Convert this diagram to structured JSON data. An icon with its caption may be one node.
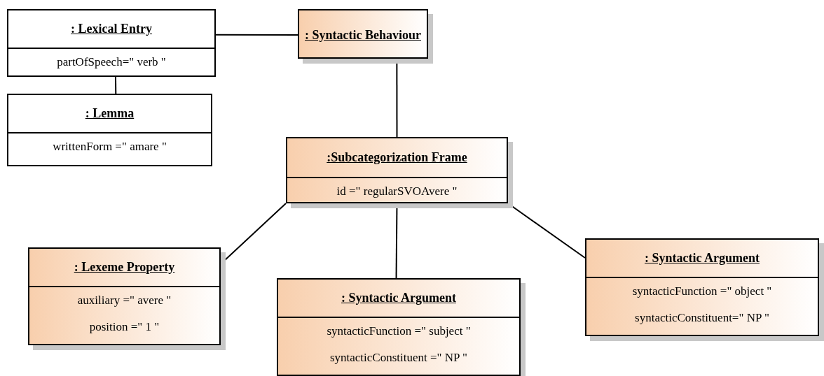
{
  "diagram": {
    "nodes": [
      {
        "text": [
          ": Lexical Entry",
          "partOfSpeech=\" verb \""
        ]
      },
      {
        "text": [
          ": Syntactic Behaviour"
        ]
      },
      {
        "text": [
          ": Lemma",
          "writtenForm =\" amare \""
        ]
      },
      {
        "text": [
          ":Subcategorization Frame",
          "id =\" regularSVOAvere \""
        ]
      },
      {
        "text": [
          ": Lexeme Property",
          "auxiliary =\" avere \"",
          "position =\" 1 \""
        ]
      },
      {
        "text": [
          ": Syntactic Argument",
          "syntacticFunction =\" subject \"",
          "syntacticConstituent =\" NP \""
        ]
      },
      {
        "text": [
          ": Syntactic Argument",
          "syntacticFunction =\" object \"",
          "syntacticConstituent=\" NP \""
        ]
      }
    ],
    "edges": [
      {
        "from": 0,
        "to": 1,
        "arrow": "none"
      },
      {
        "from": 0,
        "to": 2,
        "arrow": "none"
      },
      {
        "from": 1,
        "to": 3,
        "arrow": "none"
      },
      {
        "from": 3,
        "to": 4,
        "arrow": "none"
      },
      {
        "from": 3,
        "to": 5,
        "arrow": "none"
      },
      {
        "from": 3,
        "to": 6,
        "arrow": "none"
      }
    ]
  }
}
